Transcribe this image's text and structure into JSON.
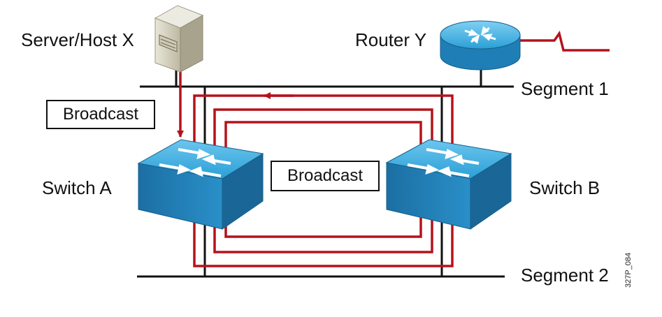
{
  "labels": {
    "server": "Server/Host X",
    "router": "Router Y",
    "segment1": "Segment 1",
    "segment2": "Segment 2",
    "switch_a": "Switch A",
    "switch_b": "Switch B",
    "broadcast_left": "Broadcast",
    "broadcast_center": "Broadcast",
    "figure_code": "327P_084"
  },
  "colors": {
    "loop": "#b5121b",
    "segment": "#111111",
    "switch_blue": "#2b9fd6",
    "router_blue": "#2b9fd6",
    "server_beige": "#d8d4c2"
  },
  "icons": {
    "server": "server-icon",
    "router": "router-icon",
    "switch_a": "switch-icon",
    "switch_b": "switch-icon"
  }
}
